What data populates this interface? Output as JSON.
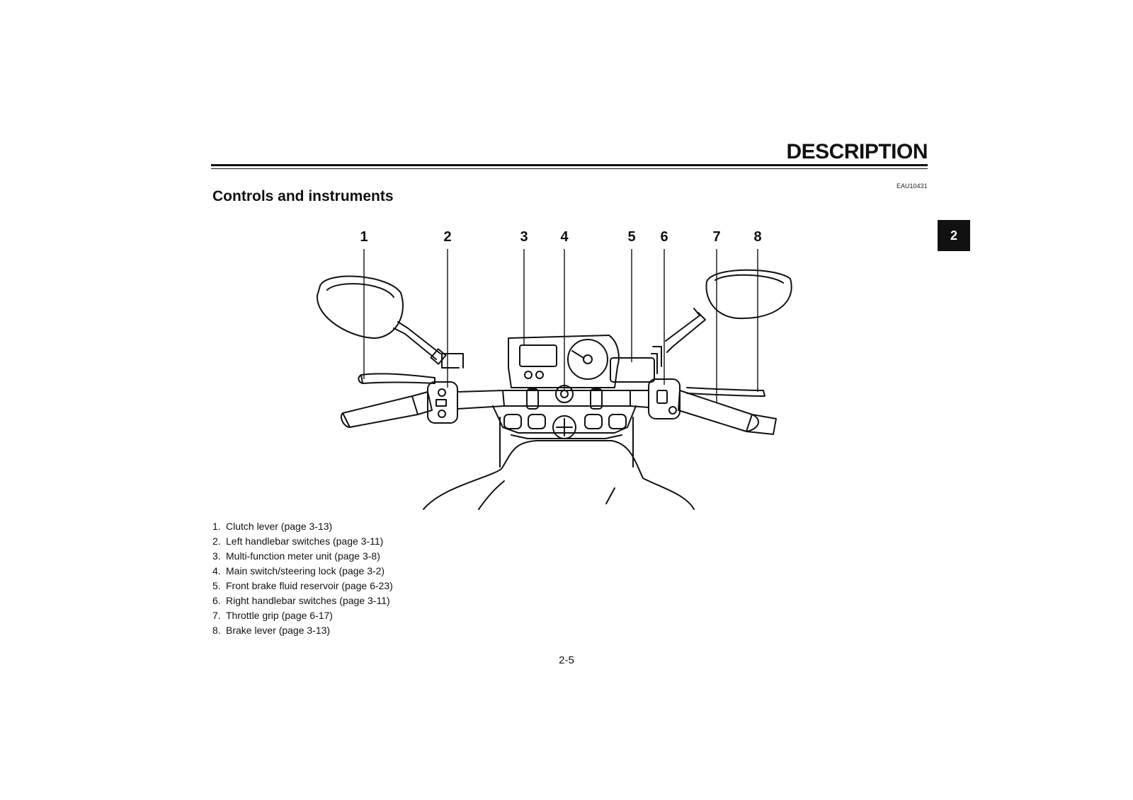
{
  "header": {
    "section_title": "DESCRIPTION",
    "doc_code": "EAU10431",
    "chapter_tab": "2"
  },
  "subsection_title": "Controls and instruments",
  "callouts": [
    {
      "num": "1"
    },
    {
      "num": "2"
    },
    {
      "num": "3"
    },
    {
      "num": "4"
    },
    {
      "num": "5"
    },
    {
      "num": "6"
    },
    {
      "num": "7"
    },
    {
      "num": "8"
    }
  ],
  "legend": [
    {
      "index": "1.",
      "text": "Clutch lever (page 3-13)"
    },
    {
      "index": "2.",
      "text": "Left handlebar switches (page 3-11)"
    },
    {
      "index": "3.",
      "text": "Multi-function meter unit (page 3-8)"
    },
    {
      "index": "4.",
      "text": "Main switch/steering lock (page 3-2)"
    },
    {
      "index": "5.",
      "text": "Front brake fluid reservoir (page 6-23)"
    },
    {
      "index": "6.",
      "text": "Right handlebar switches (page 3-11)"
    },
    {
      "index": "7.",
      "text": "Throttle grip (page 6-17)"
    },
    {
      "index": "8.",
      "text": "Brake lever (page 3-13)"
    }
  ],
  "page_number": "2-5"
}
